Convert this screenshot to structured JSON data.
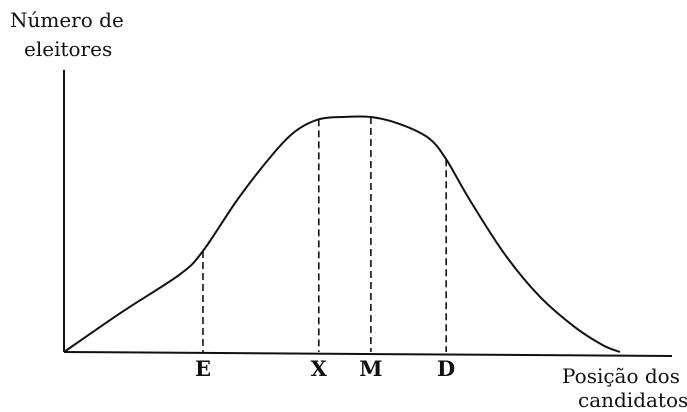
{
  "chart_data": {
    "type": "line",
    "ylabel": [
      "Número de",
      "eleitores"
    ],
    "xlabel": [
      "Posição dos",
      "candidatos"
    ],
    "markers": [
      {
        "name": "E",
        "x": 2.4
      },
      {
        "name": "X",
        "x": 4.4
      },
      {
        "name": "M",
        "x": 5.3
      },
      {
        "name": "D",
        "x": 6.6
      }
    ],
    "curve": {
      "x": [
        0,
        1,
        2,
        2.4,
        3,
        3.6,
        4,
        4.4,
        4.8,
        5.3,
        5.8,
        6.3,
        6.6,
        7,
        7.6,
        8.2,
        8.8,
        9.3,
        9.6
      ],
      "y": [
        0,
        0.17,
        0.33,
        0.43,
        0.65,
        0.84,
        0.94,
        0.99,
        1.0,
        1.0,
        0.97,
        0.91,
        0.82,
        0.65,
        0.42,
        0.24,
        0.11,
        0.03,
        0.0
      ]
    },
    "xlim": [
      0,
      10.5
    ],
    "ylim": [
      0,
      1.2
    ],
    "grid": false,
    "legend": "none"
  }
}
